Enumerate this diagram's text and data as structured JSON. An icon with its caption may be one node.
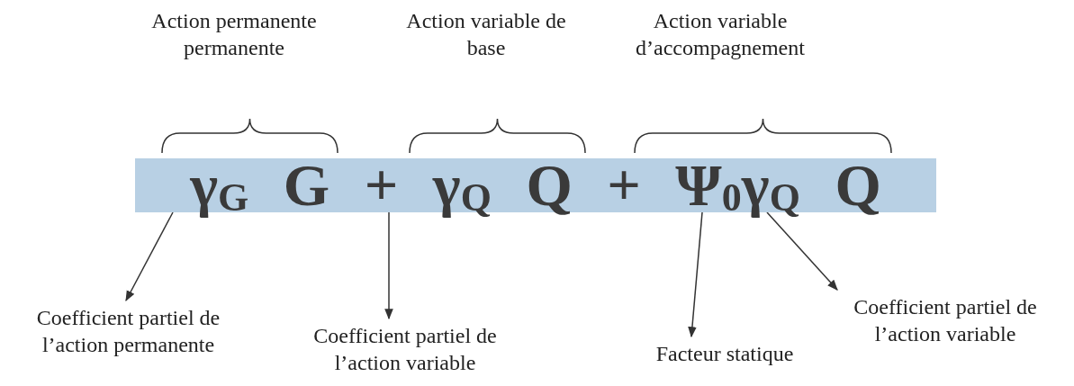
{
  "diagram": {
    "nodes": [
      {
        "text": [
          "γ$_{G}$ G + γ$_{Q}$ Q + Ψ$_{0}$γ$_{Q}$ Q"
        ]
      },
      {
        "text": [
          "Coefficient partiel de l’action permanente"
        ]
      },
      {
        "text": [
          "Coefficient partiel de l’action variable"
        ]
      },
      {
        "text": [
          "Facteur statique"
        ]
      },
      {
        "text": [
          "Coefficient partiel de l’action variable"
        ]
      }
    ],
    "edges": [
      {
        "from": 0,
        "to": 1,
        "arrow": "to"
      },
      {
        "from": 0,
        "to": 2,
        "arrow": "to"
      },
      {
        "from": 0,
        "to": 3,
        "arrow": "to"
      },
      {
        "from": 0,
        "to": 4,
        "arrow": "to"
      }
    ],
    "labels": [
      "Action permanente permanente",
      "Action variable de base",
      "Action variable d’accompagnement"
    ]
  }
}
